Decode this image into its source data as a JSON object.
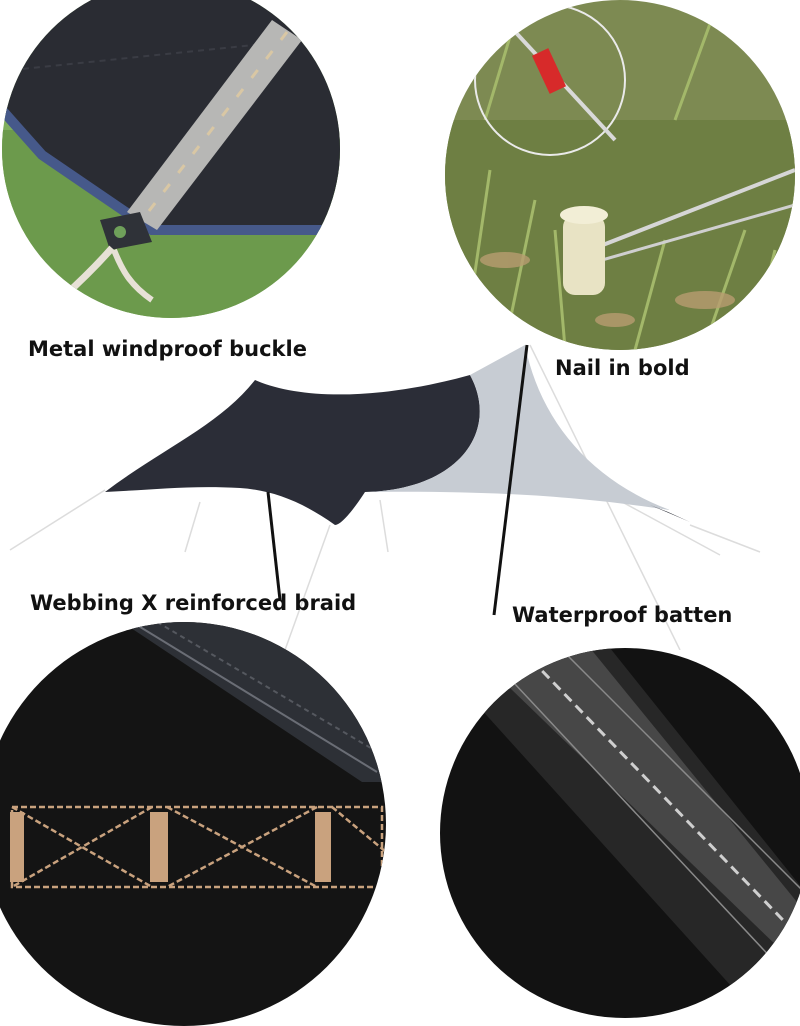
{
  "labels": {
    "buckle": "Metal windproof buckle",
    "nail": "Nail in bold",
    "braid": "Webbing X reinforced braid",
    "batten": "Waterproof batten"
  },
  "colors": {
    "tarp_dark": "#2b2d37",
    "tarp_light": "#c7ccd3",
    "grass": "#6fa05a",
    "fabric_black": "#141414",
    "stitch_tan": "#c9a27e"
  }
}
